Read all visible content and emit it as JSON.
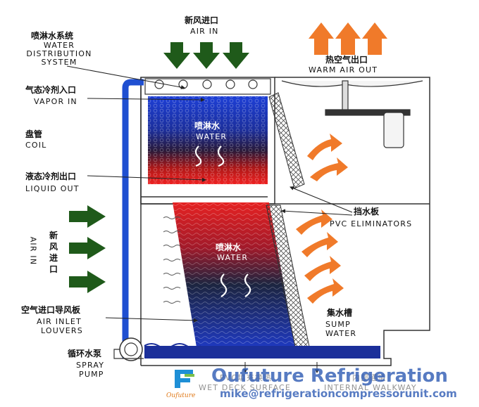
{
  "labels": {
    "air_in_top_cn": "新风进口",
    "air_in_top_en": "AIR IN",
    "warm_air_cn": "热空气出口",
    "warm_air_en": "WARM AIR OUT",
    "water_dist_cn": "喷淋水系统",
    "water_dist_en1": "WATER",
    "water_dist_en2": "DISTRIBUTION",
    "water_dist_en3": "SYSTEM",
    "vapor_in_cn": "气态冷剂入口",
    "vapor_in_en": "VAPOR IN",
    "coil_cn": "盘管",
    "coil_en": "COIL",
    "liquid_out_cn": "液态冷剂出口",
    "liquid_out_en": "LIQUID OUT",
    "air_in_side_cn1": "新",
    "air_in_side_cn2": "风",
    "air_in_side_cn3": "进",
    "air_in_side_cn4": "口",
    "air_in_side_en": "AIR IN",
    "louvers_cn": "空气进口导风板",
    "louvers_en1": "AIR INLET",
    "louvers_en2": "LOUVERS",
    "pump_cn": "循环水泵",
    "pump_en1": "SPRAY",
    "pump_en2": "PUMP",
    "eliminators_cn": "挡水板",
    "eliminators_en": "PVC ELIMINATORS",
    "sump_cn": "集水槽",
    "sump_en1": "SUMP",
    "sump_en2": "WATER",
    "coil_water_cn": "喷淋水",
    "coil_water_en": "WATER",
    "fill_water_cn": "喷淋水",
    "fill_water_en": "WATER",
    "wet_deck": "WET DECK SURFACE",
    "wet_deck_cn": "PVC填充换热",
    "walkway": "INTERNAL WALKWAY",
    "walkway_cn": "内部通道"
  },
  "watermark": {
    "brand": "Oufuture Refrigeration",
    "email": "mike@refrigerationcompressorunit.com",
    "logo_sub": "Oufuture"
  },
  "colors": {
    "outline": "#333333",
    "blue_pipe": "#1f4fd1",
    "arrow_green": "#1f5a1a",
    "arrow_orange": "#f07a2a",
    "water_blue": "#1b2f9a",
    "hot_red": "#e02020"
  }
}
